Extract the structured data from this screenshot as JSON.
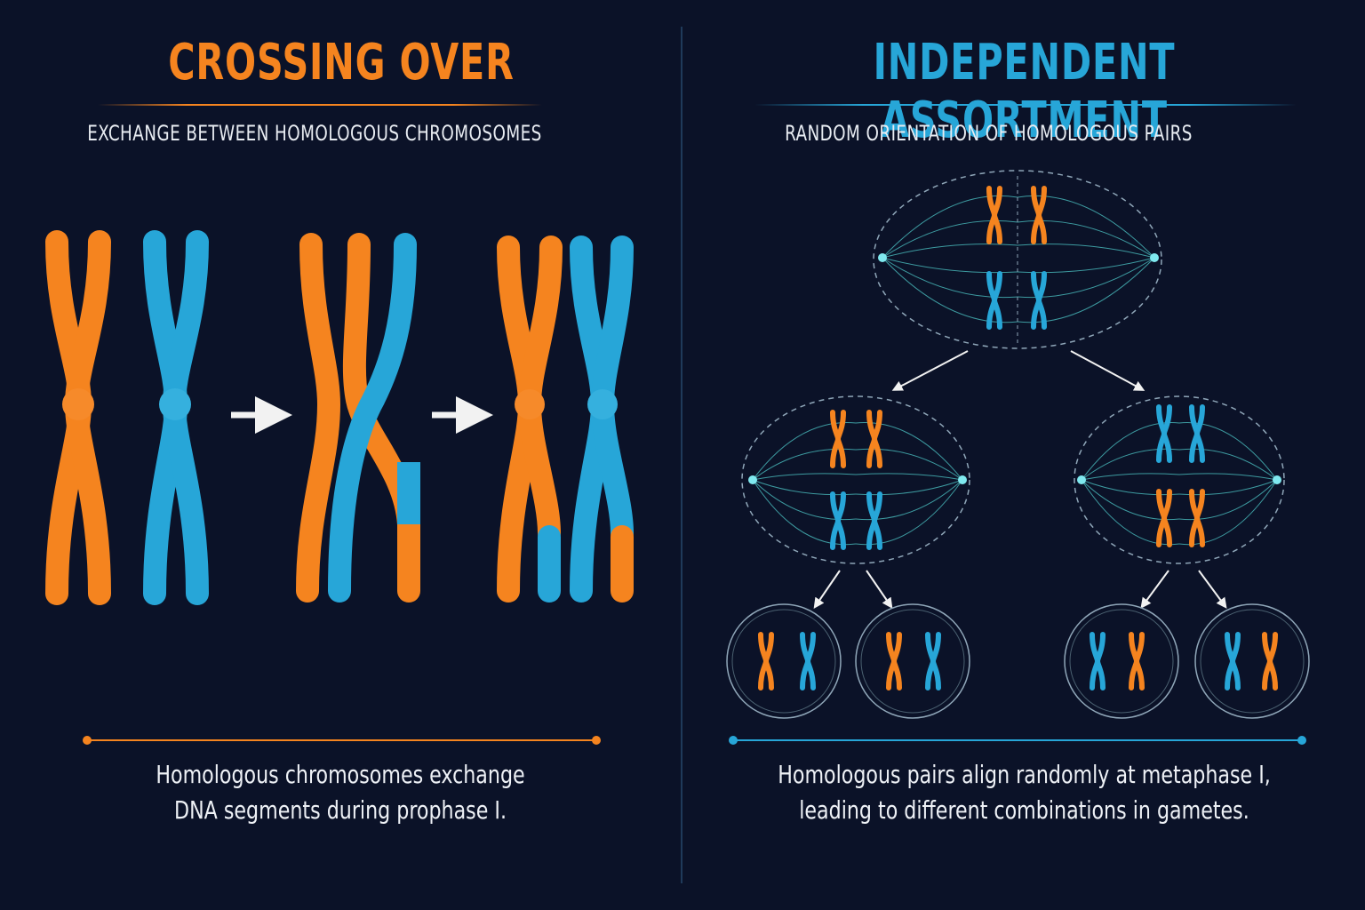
{
  "colors": {
    "background": "#0b1228",
    "orange": "#f5841f",
    "blue": "#27a6d8",
    "spindle": "#4ec9c9"
  },
  "crossing_over": {
    "title": "CROSSING OVER",
    "subtitle": "EXCHANGE BETWEEN HOMOLOGOUS CHROMOSOMES",
    "caption_line1": "Homologous chromosomes exchange",
    "caption_line2": "DNA segments during prophase I."
  },
  "independent_assortment": {
    "title": "INDEPENDENT ASSORTMENT",
    "subtitle": "RANDOM ORIENTATION OF HOMOLOGOUS PAIRS",
    "caption_line1": "Homologous pairs align randomly at metaphase I,",
    "caption_line2": "leading to different combinations in gametes."
  }
}
